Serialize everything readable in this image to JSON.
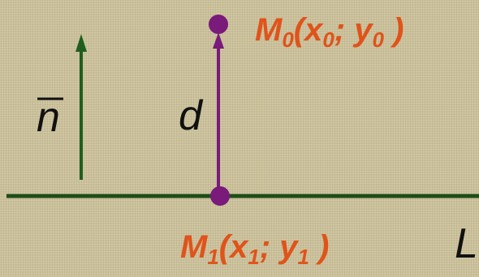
{
  "colors": {
    "background": "#c9c09a",
    "texture_light": "#ddd5b3",
    "texture_dark": "#b5ab84",
    "line_L": "#1f4d1a",
    "normal_vector": "#1f5e1f",
    "segment": "#7a1a7a",
    "point": "#7a1a7a",
    "label_black": "#111111",
    "label_orange": "#e0531a"
  },
  "labels": {
    "normal": "n",
    "distance": "d",
    "line_name": "L",
    "M0": {
      "base": "M",
      "index": "0",
      "open": "(x",
      "x_index": "0",
      "sep": "; y",
      "y_index": "0",
      "close": " )"
    },
    "M1": {
      "base": "M",
      "index": "1",
      "open": "(x",
      "x_index": "1",
      "sep": "; y",
      "y_index": "1",
      "close": " )"
    }
  }
}
